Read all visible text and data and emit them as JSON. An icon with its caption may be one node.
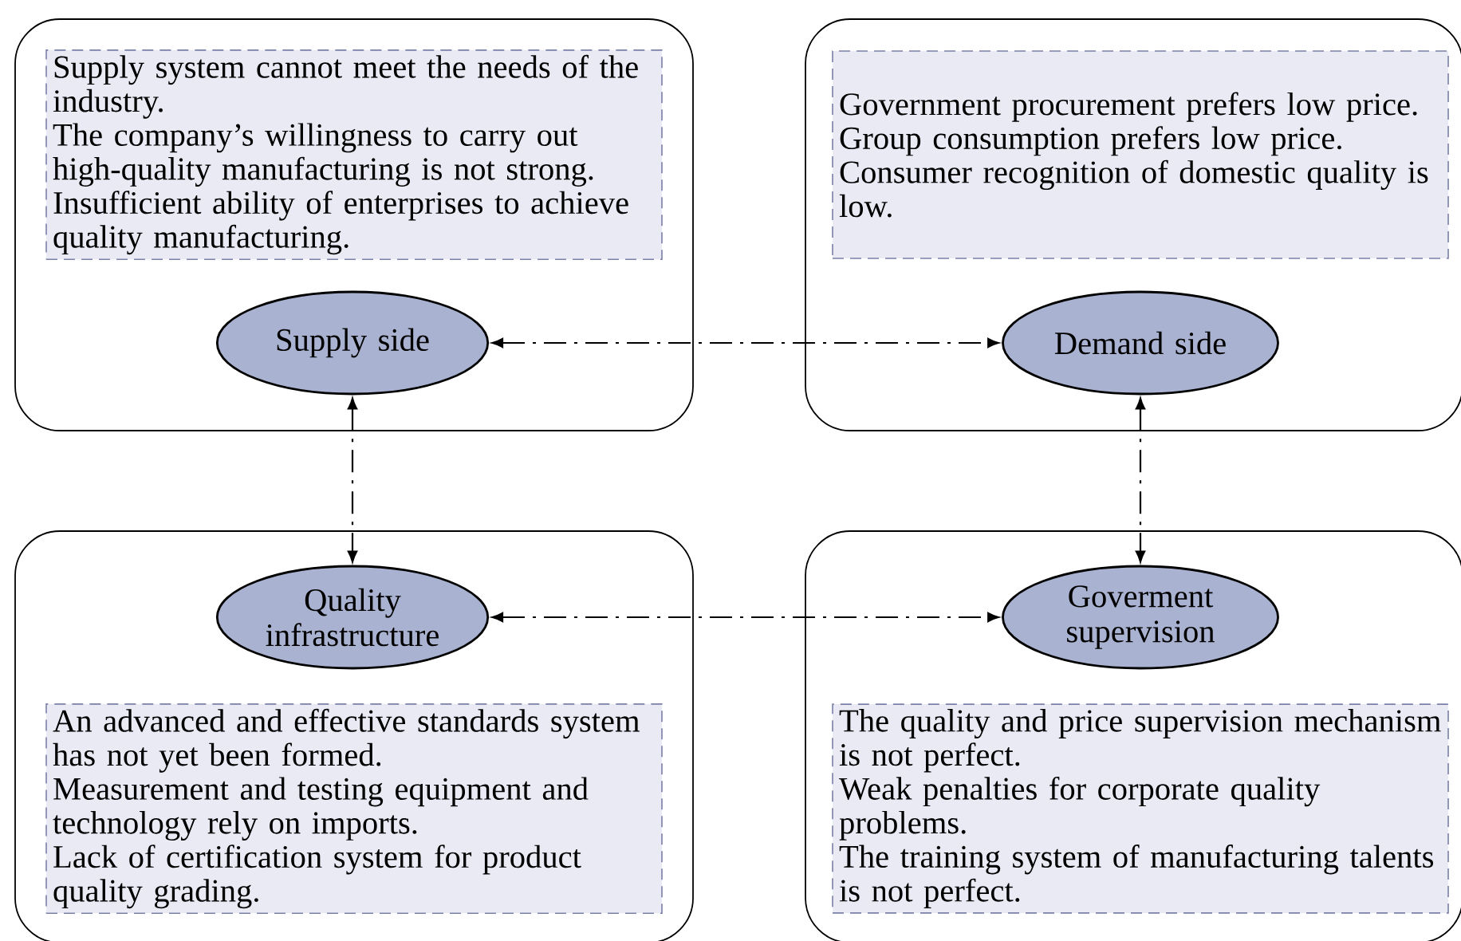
{
  "diagram": {
    "nodes": [
      {
        "text": [],
        "shape": "box"
      },
      {
        "text": [
          "Supply system cannot meet the needs of the industry.",
          "The company’s willingness to carry out high-quality manufacturing is not strong.",
          "Insufficient ability of enterprises to achieve quality manufacturing."
        ],
        "in": 0
      },
      {
        "text": [
          "Supply side"
        ],
        "in": 0
      },
      {
        "text": [],
        "shape": "box"
      },
      {
        "text": [
          "Government procurement prefers low price.",
          "Group consumption prefers low price.",
          "Consumer recognition of domestic quality is low."
        ],
        "in": 3
      },
      {
        "text": [
          "Demand side"
        ],
        "in": 3
      },
      {
        "text": [],
        "shape": "box"
      },
      {
        "text": [
          "Quality infrastructure"
        ],
        "in": 6
      },
      {
        "text": [
          "An advanced and effective standards system has not yet been formed.",
          "Measurement and testing equipment and technology rely on imports.",
          "Lack of certification system for product quality grading."
        ],
        "in": 6
      },
      {
        "text": [],
        "shape": "box"
      },
      {
        "text": [
          "Goverment supervision"
        ],
        "in": 9
      },
      {
        "text": [
          "The quality and price supervision mechanism is not perfect.",
          "Weak penalties for corporate quality problems.",
          "The training system of manufacturing talents is not perfect."
        ],
        "in": 9
      }
    ],
    "edges": [
      {
        "from": 2,
        "to": 5,
        "arrow": "both",
        "style": "dashed"
      },
      {
        "from": 2,
        "to": 7,
        "arrow": "both",
        "style": "dashed"
      },
      {
        "from": 7,
        "to": 10,
        "arrow": "both",
        "style": "dashed"
      },
      {
        "from": 5,
        "to": 10,
        "arrow": "both",
        "style": "dashed"
      }
    ]
  }
}
